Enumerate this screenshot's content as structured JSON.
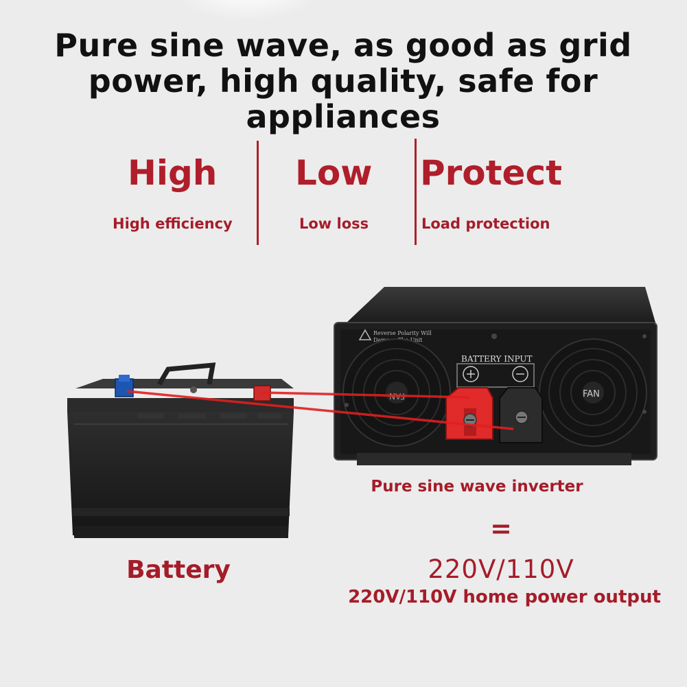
{
  "headline": "Pure sine wave, as good as grid power, high quality, safe for appliances",
  "features": [
    {
      "title": "High",
      "subtitle": "High efficiency"
    },
    {
      "title": "Low",
      "subtitle": "Low loss"
    },
    {
      "title": "Protect",
      "subtitle": "Load protection"
    }
  ],
  "inverter": {
    "warning": "Reverse Polarity Will Damage The Unit",
    "warning_line1": "Reverse Polarity Will",
    "warning_line2": "Damage The Unit",
    "battery_input": "BATTERY INPUT",
    "fan_left": "FAN",
    "fan_right": "FAN",
    "label": "Pure sine wave inverter"
  },
  "equals": "=",
  "voltage": "220V/110V",
  "output": "220V/110V home power output",
  "battery_label": "Battery",
  "colors": {
    "accent_red": "#b01e2b",
    "text_dark": "#111111",
    "background": "#ececec"
  }
}
